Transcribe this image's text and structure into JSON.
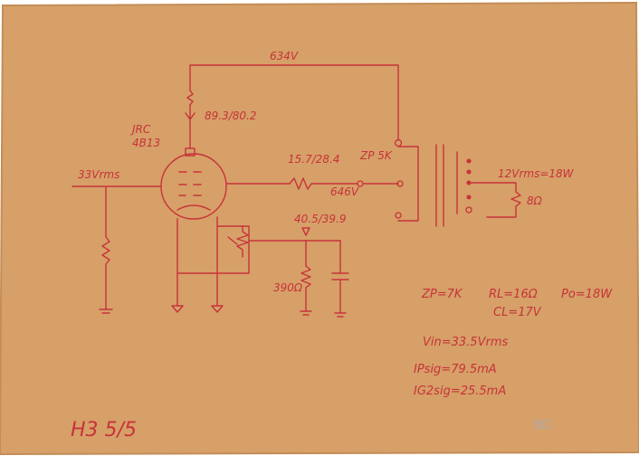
{
  "colors": {
    "paper": "#d9a26a",
    "paper_edge": "#c48d57",
    "ink": "#c8323a",
    "pencil": "#b0a8b0"
  },
  "schematic": {
    "tube_name": "JRC",
    "tube_type": "4B13",
    "b_plus_voltage": "634V",
    "plate_resistor_current": "89.3/80.2",
    "input_level": "33Vrms",
    "screen_current": "15.7/28.4",
    "screen_voltage": "646V",
    "primary_impedance": "ZP 5K",
    "secondary_output": "12Vrms=18W",
    "load_resistor": "8Ω",
    "cathode_current": "40.5/39.9",
    "cathode_resistor": "390Ω"
  },
  "notes": {
    "line1_zp": "ZP=7K",
    "line1_rl": "RL=16Ω",
    "line1_po": "Po=18W",
    "line2_cl": "CL=17V",
    "vin": "Vin=33.5Vrms",
    "ip_sig": "IPsig=79.5mA",
    "ig2_sig": "IG2sig=25.5mA"
  },
  "footer": {
    "signature": "H3 5/5",
    "pencil_mark": "8D"
  },
  "icons": [
    "tube-icon",
    "transformer-icon",
    "resistor-icon",
    "capacitor-icon",
    "ground-icon",
    "arrow-icon"
  ]
}
